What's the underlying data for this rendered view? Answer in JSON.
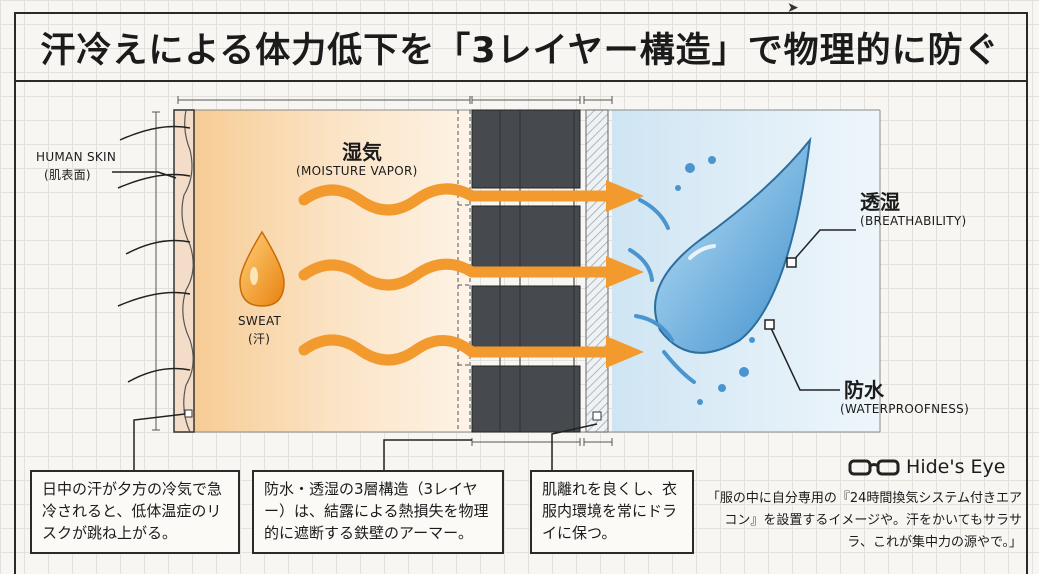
{
  "title": "汗冷えによる体力低下を「3レイヤー構造」で物理的に防ぐ",
  "labels": {
    "human_skin_en": "HUMAN SKIN",
    "human_skin_jp": "(肌表面)",
    "sweat_en": "SWEAT",
    "sweat_jp": "(汗)",
    "vapor_jp": "湿気",
    "vapor_en": "(MOISTURE VAPOR)",
    "breath_jp": "透湿",
    "breath_en": "(BREATHABILITY)",
    "water_jp": "防水",
    "water_en": "(WATERPROOFNESS)"
  },
  "callouts": [
    {
      "text": "日中の汗が夕方の冷気で急冷されると、低体温症のリスクが跳ね上がる。"
    },
    {
      "text": "防水・透湿の3層構造（3レイヤー）は、結露による熱損失を物理的に遮断する鉄壁のアーマー。"
    },
    {
      "text": "肌離れを良くし、衣服内環境を常にドライに保つ。"
    }
  ],
  "brand": {
    "name": "Hide's Eye",
    "icon": "glasses-icon"
  },
  "quote": "「服の中に自分専用の『24時間換気システム付きエアコン』を設置するイメージや。汗をかいてもサラサラ、これが集中力の源やで。」",
  "colors": {
    "accent": "#f29a2e",
    "water": "#5ba7dc",
    "layer": "#46494d"
  }
}
